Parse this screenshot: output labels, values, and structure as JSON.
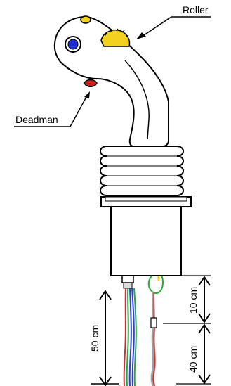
{
  "labels": {
    "roller": "Roller",
    "deadman": "Deadman"
  },
  "dimensions": {
    "total_cable": "50 cm",
    "upper_segment": "10 cm",
    "lower_segment": "40 cm"
  },
  "colors": {
    "outline": "#000000",
    "roller_yellow": "#f2d21e",
    "deadman_red": "#c8201e",
    "button_blue": "#1f2fd0",
    "wire_blue": "#2c40d8",
    "wire_green": "#2aa83a",
    "wire_red": "#d82a2a",
    "wire_grey": "#a0a0a0"
  }
}
